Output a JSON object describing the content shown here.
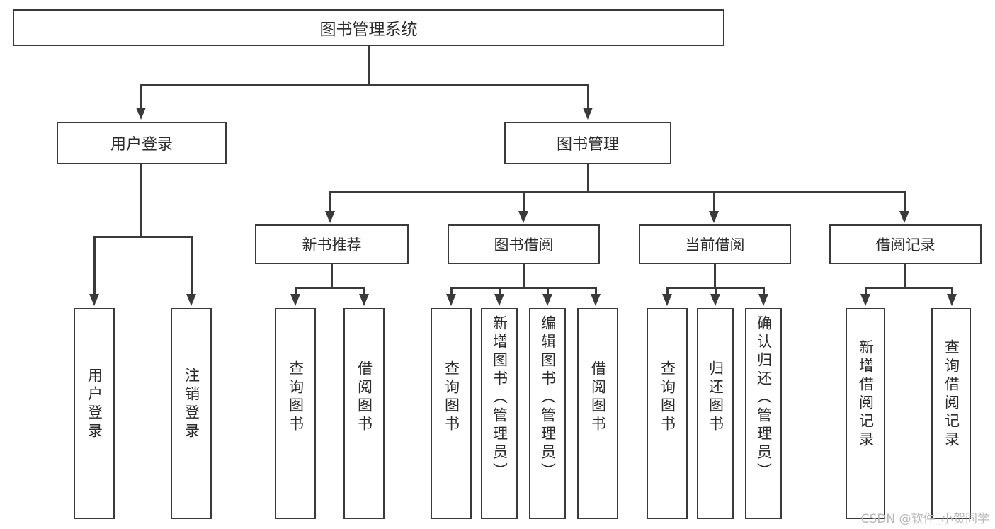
{
  "diagram": {
    "title": "图书管理系统",
    "type": "tree-hierarchy-diagram",
    "root": {
      "label": "图书管理系统"
    },
    "level2": [
      {
        "label": "用户登录"
      },
      {
        "label": "图书管理"
      }
    ],
    "level3": [
      {
        "label": "新书推荐"
      },
      {
        "label": "图书借阅"
      },
      {
        "label": "当前借阅"
      },
      {
        "label": "借阅记录"
      }
    ],
    "leaves": [
      {
        "label": "用户登录",
        "parent": "用户登录"
      },
      {
        "label": "注销登录",
        "parent": "用户登录"
      },
      {
        "label": "查询图书",
        "parent": "新书推荐"
      },
      {
        "label": "借阅图书",
        "parent": "新书推荐"
      },
      {
        "label": "查询图书",
        "parent": "图书借阅"
      },
      {
        "label": "新增图书（管理员）",
        "parent": "图书借阅"
      },
      {
        "label": "编辑图书（管理员）",
        "parent": "图书借阅"
      },
      {
        "label": "借阅图书",
        "parent": "图书借阅"
      },
      {
        "label": "查询图书",
        "parent": "当前借阅"
      },
      {
        "label": "归还图书",
        "parent": "当前借阅"
      },
      {
        "label": "确认归还（管理员）",
        "parent": "当前借阅"
      },
      {
        "label": "新增借阅记录",
        "parent": "借阅记录"
      },
      {
        "label": "查询借阅记录",
        "parent": "借阅记录"
      }
    ]
  },
  "watermark": {
    "text": "CSDN @软件_小贺同学"
  },
  "colors": {
    "border": "#3a3a3a",
    "background": "#ffffff",
    "text": "#2b2b2b",
    "watermark": "#b9b9b9"
  }
}
